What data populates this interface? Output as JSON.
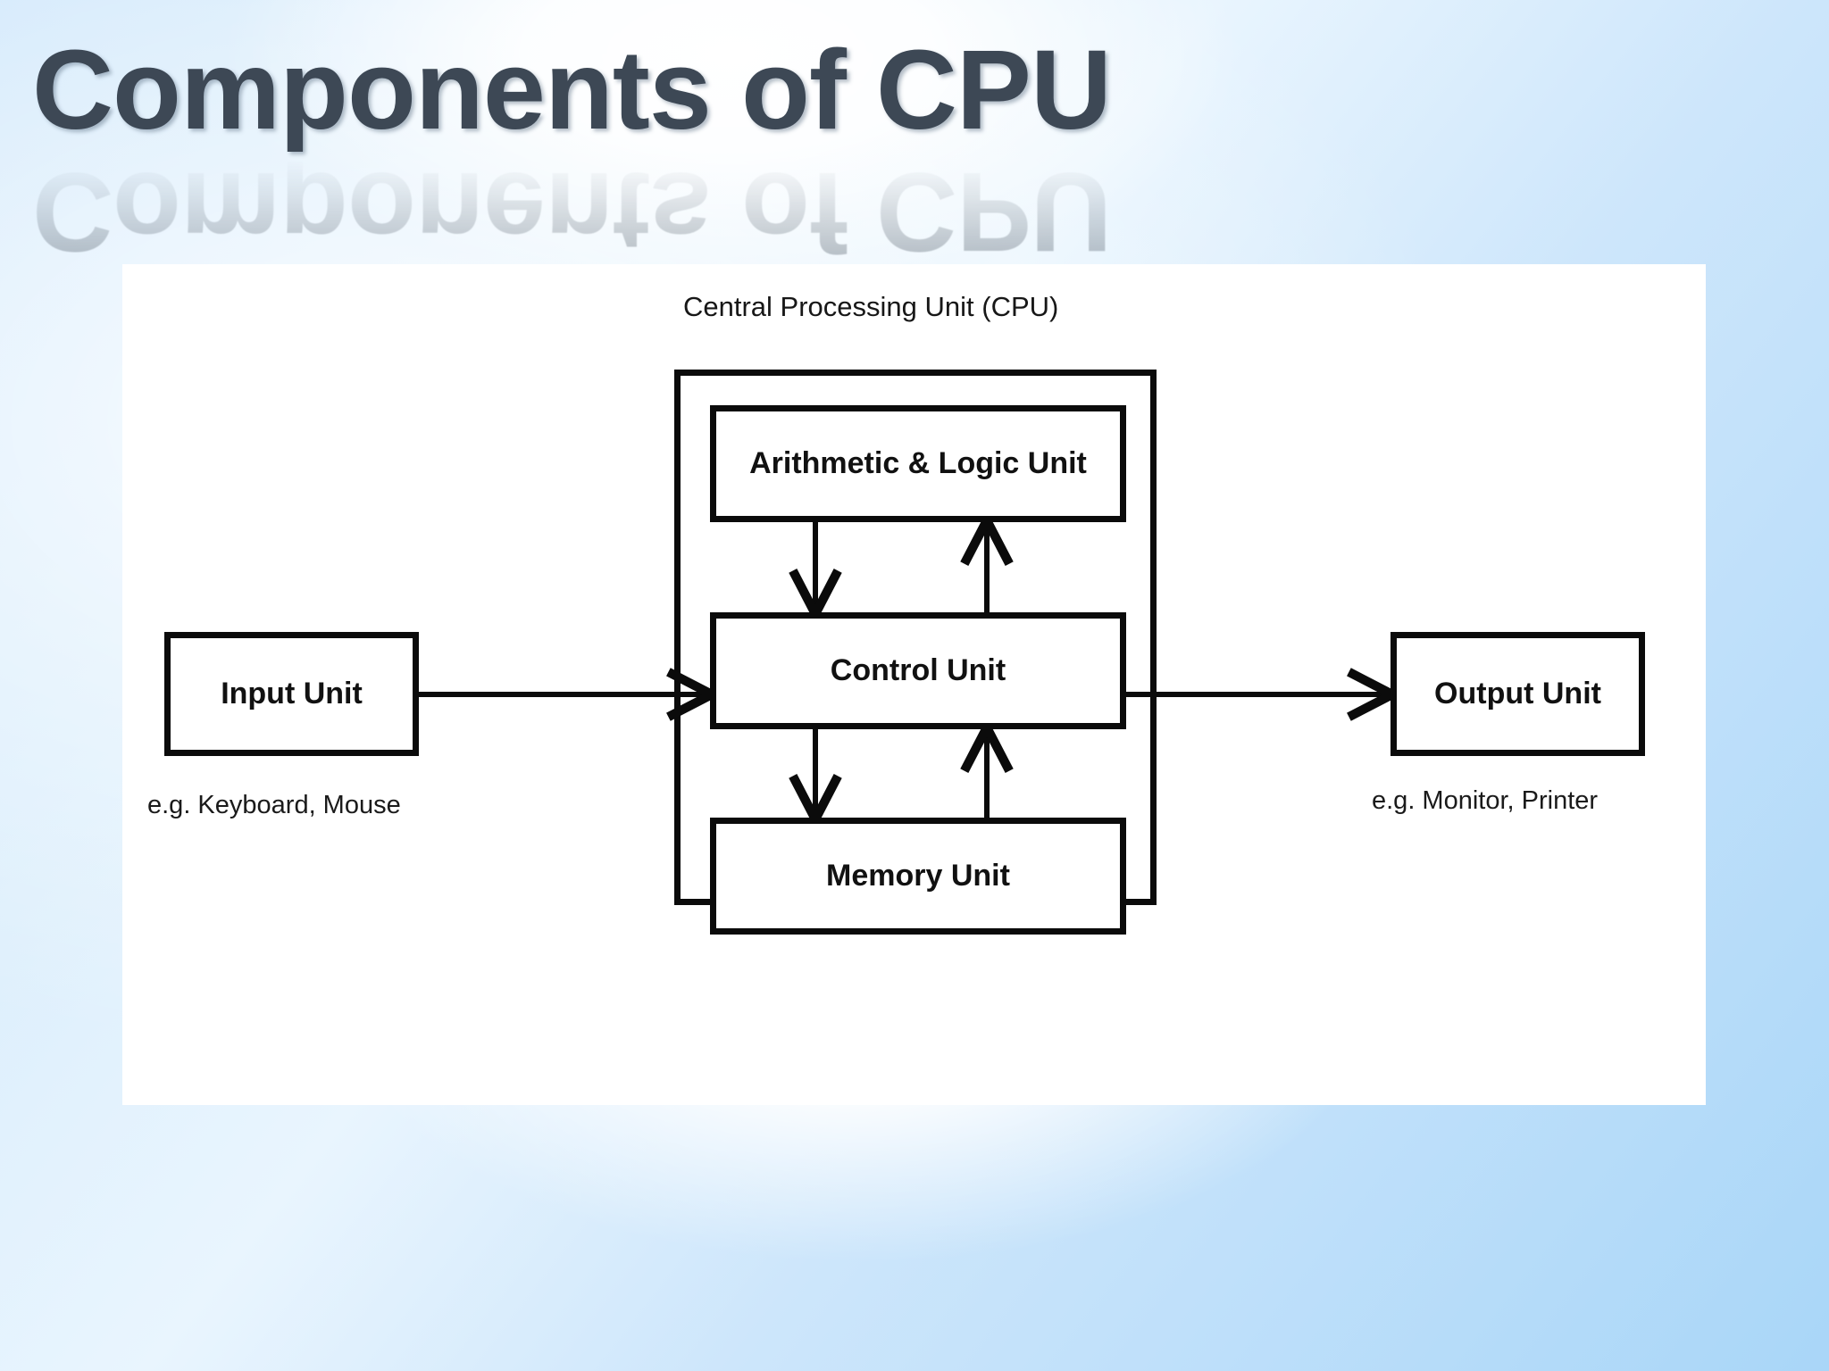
{
  "slide": {
    "title": "Components of CPU",
    "title_color": "#3d4855",
    "background_color": "#aed7f7",
    "panel_color": "#ffffff"
  },
  "diagram": {
    "type": "block-diagram",
    "cpu_group_label": "Central Processing Unit (CPU)",
    "boxes": [
      {
        "id": "input",
        "label": "Input Unit",
        "caption": "e.g. Keyboard, Mouse"
      },
      {
        "id": "alu",
        "label": "Arithmetic & Logic Unit",
        "caption": ""
      },
      {
        "id": "control",
        "label": "Control Unit",
        "caption": ""
      },
      {
        "id": "memory",
        "label": "Memory Unit",
        "caption": ""
      },
      {
        "id": "output",
        "label": "Output Unit",
        "caption": "e.g. Monitor, Printer"
      }
    ],
    "connections": [
      {
        "from": "input",
        "to": "control",
        "direction": "right"
      },
      {
        "from": "alu",
        "to": "control",
        "direction": "down"
      },
      {
        "from": "control",
        "to": "alu",
        "direction": "up"
      },
      {
        "from": "control",
        "to": "memory",
        "direction": "down"
      },
      {
        "from": "memory",
        "to": "control",
        "direction": "up"
      },
      {
        "from": "control",
        "to": "output",
        "direction": "right"
      }
    ],
    "stroke_color": "#0b0b0b",
    "label_color": "#111111"
  }
}
